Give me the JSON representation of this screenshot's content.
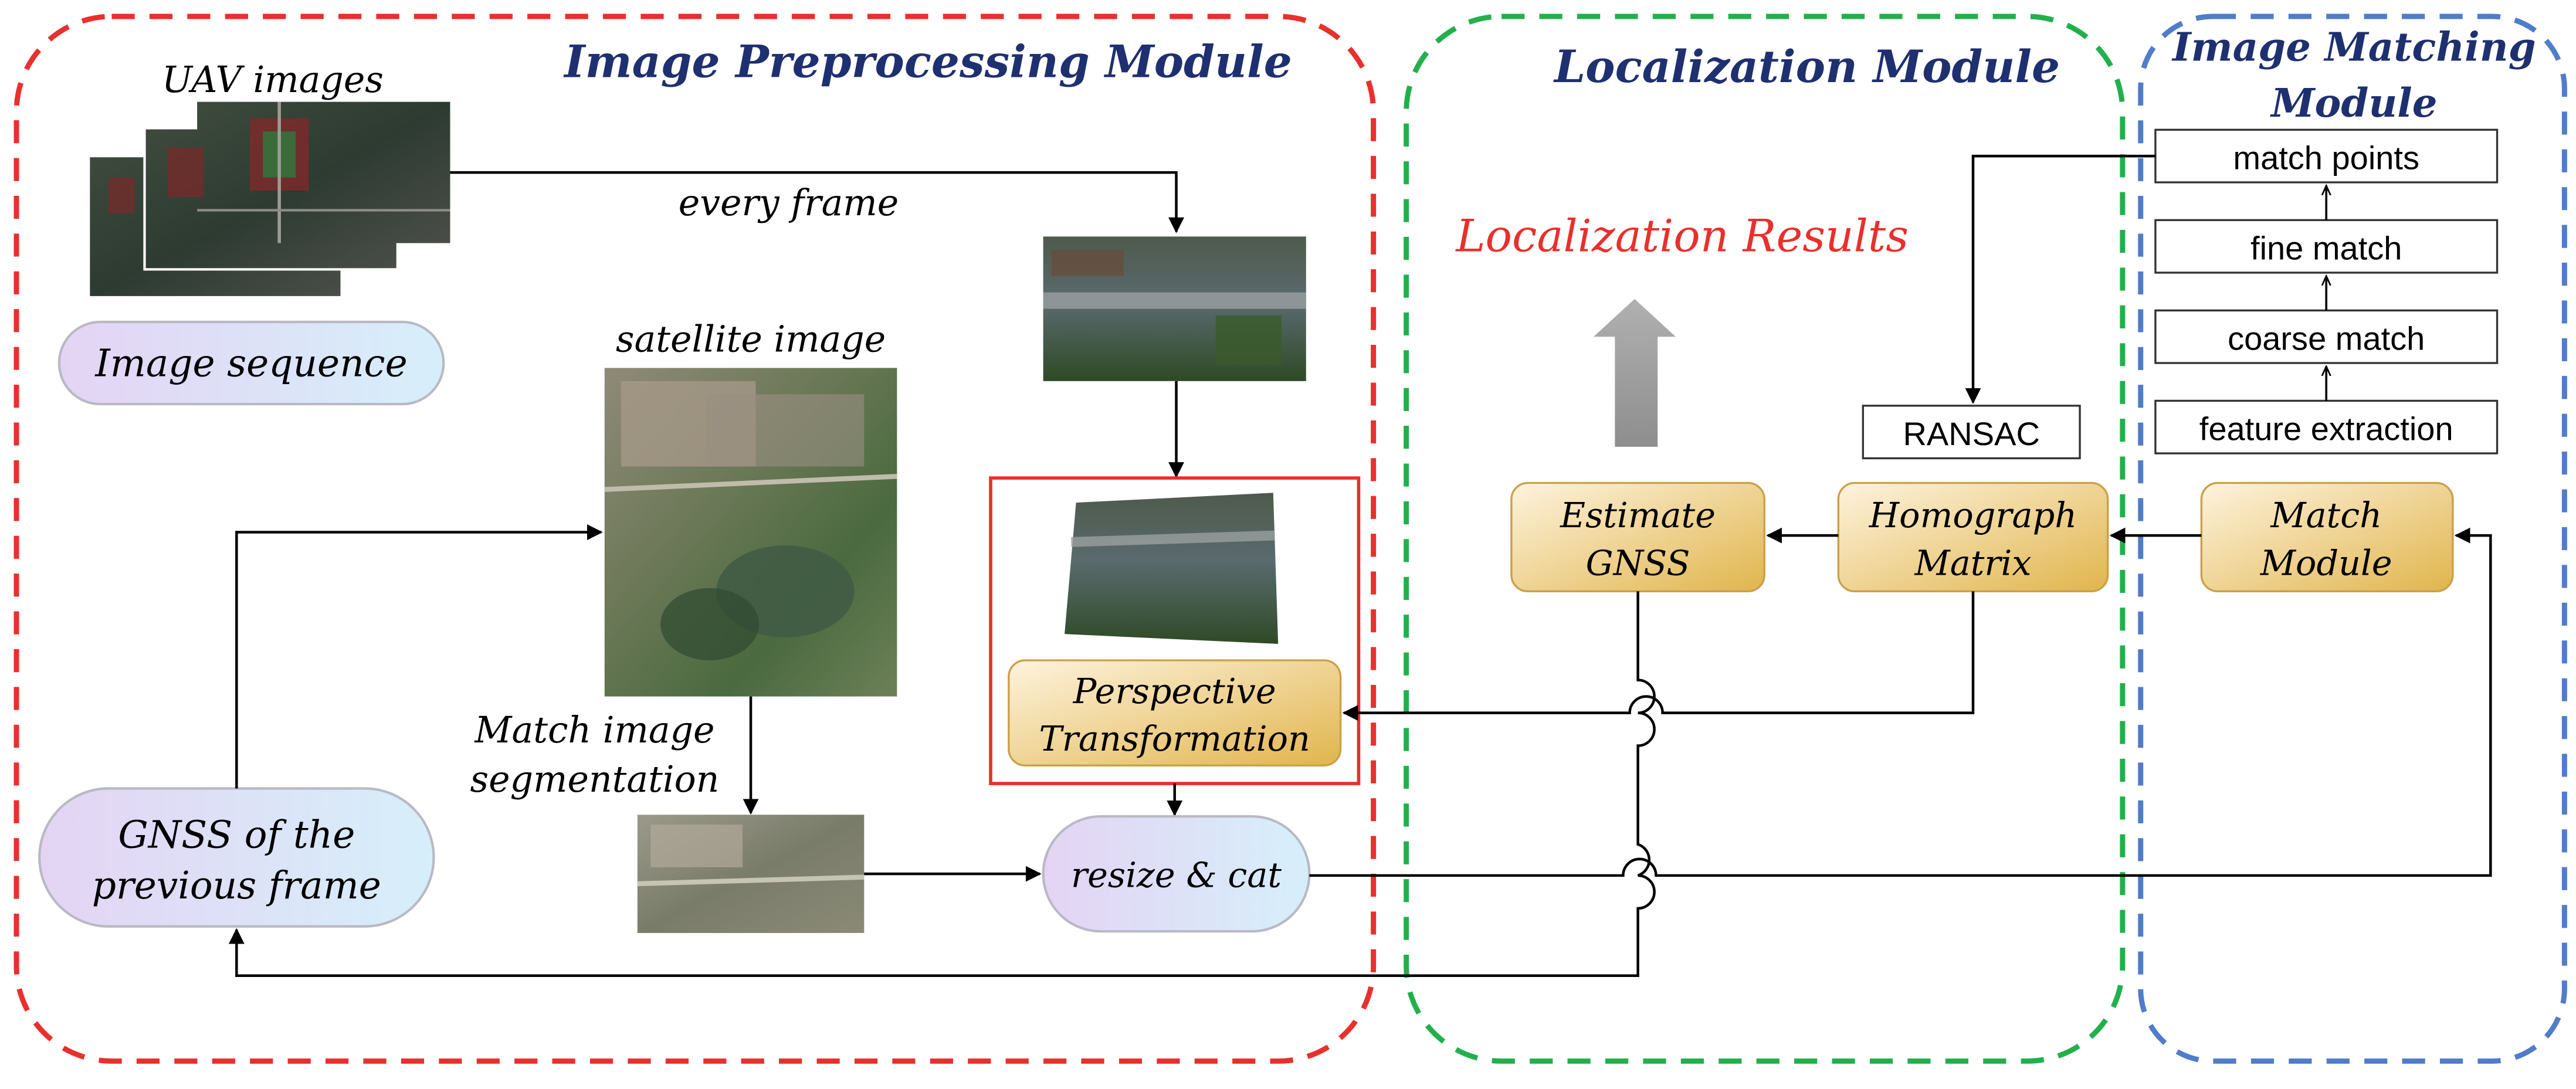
{
  "modules": {
    "preprocessing": {
      "title": "Image Preprocessing Module",
      "color": "#e8302c"
    },
    "localization": {
      "title": "Localization Module",
      "color": "#22b04b"
    },
    "matching": {
      "title_line1": "Image Matching",
      "title_line2": "Module",
      "color": "#4f7dc9"
    }
  },
  "labels": {
    "uav_images": "UAV images",
    "every_frame": "every frame",
    "satellite_image": "satellite image",
    "match_seg_line1": "Match image",
    "match_seg_line2": "segmentation",
    "localization_results": "Localization Results"
  },
  "nodes": {
    "image_sequence": "Image sequence",
    "gnss_prev_line1": "GNSS of the",
    "gnss_prev_line2": "previous frame",
    "resize_cat": "resize & cat",
    "perspective_line1": "Perspective",
    "perspective_line2": "Transformation",
    "estimate_line1": "Estimate",
    "estimate_line2": "GNSS",
    "homograph_line1": "Homograph",
    "homograph_line2": "Matrix",
    "match_line1": "Match",
    "match_line2": "Module",
    "ransac": "RANSAC",
    "match_points": "match points",
    "fine_match": "fine match",
    "coarse_match": "coarse match",
    "feature_extraction": "feature extraction"
  },
  "colors": {
    "title_text": "#1f3070",
    "results_text": "#e8302c",
    "gold_light": "#fdf3dd",
    "gold_dark": "#e1b54d",
    "purple_light": "#e4d4f4",
    "blue_light": "#d6effa"
  }
}
